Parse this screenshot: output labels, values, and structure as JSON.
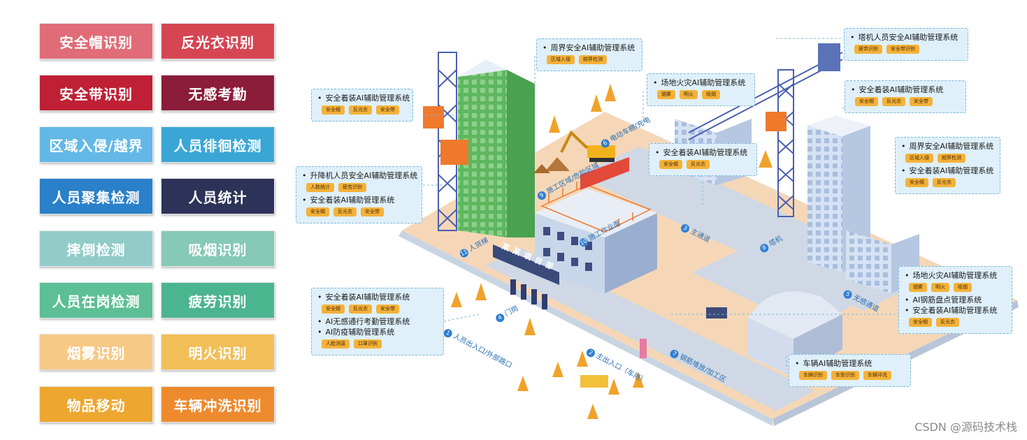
{
  "tags": [
    {
      "label": "安全帽识别",
      "color": "#e06c78"
    },
    {
      "label": "反光衣识别",
      "color": "#d64552"
    },
    {
      "label": "安全带识别",
      "color": "#bf2035"
    },
    {
      "label": "无感考勤",
      "color": "#8b1c3a"
    },
    {
      "label": "区域入侵/越界",
      "color": "#63b8e6"
    },
    {
      "label": "人员徘徊检测",
      "color": "#3aa6d6"
    },
    {
      "label": "人员聚集检测",
      "color": "#2a80c9"
    },
    {
      "label": "人员统计",
      "color": "#2d3358"
    },
    {
      "label": "摔倒检测",
      "color": "#91ccc9"
    },
    {
      "label": "吸烟识别",
      "color": "#86c9b4"
    },
    {
      "label": "人员在岗检测",
      "color": "#5cbf96"
    },
    {
      "label": "疲劳识别",
      "color": "#4bb58f"
    },
    {
      "label": "烟雾识别",
      "color": "#f6c985"
    },
    {
      "label": "明火识别",
      "color": "#f2be57"
    },
    {
      "label": "物品移动",
      "color": "#eda62e"
    },
    {
      "label": "车辆冲洗识别",
      "color": "#ee8a2e"
    }
  ],
  "boxes": {
    "b1": {
      "lines": [
        {
          "t": "安全着装AI辅助管理系统",
          "chips": [
            "安全帽",
            "反光衣",
            "安全带"
          ]
        }
      ]
    },
    "b2": {
      "lines": [
        {
          "t": "周界安全AI辅助管理系统",
          "chips": [
            "区域入侵",
            "越界检测"
          ]
        }
      ]
    },
    "b3": {
      "lines": [
        {
          "t": "场地火灾AI辅助管理系统",
          "chips": [
            "烟雾",
            "明火",
            "吸烟"
          ]
        }
      ]
    },
    "b4": {
      "lines": [
        {
          "t": "塔机人员安全AI辅助管理系统",
          "chips": [
            "疲劳识别",
            "安全带识别"
          ]
        }
      ]
    },
    "b5": {
      "lines": [
        {
          "t": "安全着装AI辅助管理系统",
          "chips": [
            "安全帽",
            "反光衣",
            "安全带"
          ]
        }
      ]
    },
    "b6": {
      "lines": [
        {
          "t": "安全着装AI辅助管理系统",
          "chips": [
            "安全帽",
            "反光衣"
          ]
        }
      ]
    },
    "b7": {
      "lines": [
        {
          "t": "升降机人员安全AI辅助管理系统",
          "chips": [
            "人数统计",
            "疲劳识别"
          ]
        },
        {
          "t": "安全着装AI辅助管理系统",
          "chips": [
            "安全帽",
            "反光衣",
            "安全带"
          ]
        }
      ]
    },
    "b8": {
      "lines": [
        {
          "t": "周界安全AI辅助管理系统",
          "chips": [
            "区域入侵",
            "越界检测"
          ]
        },
        {
          "t": "安全着装AI辅助管理系统",
          "chips": [
            "安全帽",
            "反光衣"
          ]
        }
      ]
    },
    "b9": {
      "lines": [
        {
          "t": "安全着装AI辅助管理系统",
          "chips": [
            "安全帽",
            "反光衣",
            "安全带"
          ]
        },
        {
          "t": "AI无感通行考勤管理系统",
          "chips": []
        },
        {
          "t": "AI防疫辅助管理系统",
          "chips": [
            "人脸测温",
            "口罩识别"
          ]
        }
      ]
    },
    "b10": {
      "lines": [
        {
          "t": "场地火灾AI辅助管理系统",
          "chips": [
            "烟雾",
            "明火",
            "吸烟"
          ]
        },
        {
          "t": "AI钢筋盘点管理系统",
          "chips": []
        },
        {
          "t": "安全着装AI辅助管理系统",
          "chips": [
            "安全帽",
            "反光衣"
          ]
        }
      ]
    },
    "b11": {
      "lines": [
        {
          "t": "车辆AI辅助管理系统",
          "chips": [
            "车辆识别",
            "车型识别",
            "车辆冲洗"
          ]
        }
      ]
    }
  },
  "road_labels": [
    {
      "num": "11",
      "text": "人货梯"
    },
    {
      "num": "6",
      "text": "电动车棚/充电"
    },
    {
      "num": "9",
      "text": "施工区域/危险区域"
    },
    {
      "num": "10",
      "text": "施工作业面"
    },
    {
      "num": "3",
      "text": "主通道"
    },
    {
      "num": "8",
      "text": "塔机"
    },
    {
      "num": "4",
      "text": "门岗"
    },
    {
      "num": "1",
      "text": "人员出入口/外部路口"
    },
    {
      "num": "2",
      "text": "主出入口（车用）"
    },
    {
      "num": "7",
      "text": "钢筋堆放/加工区"
    },
    {
      "num": "5",
      "text": "无感通道"
    }
  ],
  "gate_sign": "某某项目部",
  "watermark": "CSDN @源码技术栈"
}
